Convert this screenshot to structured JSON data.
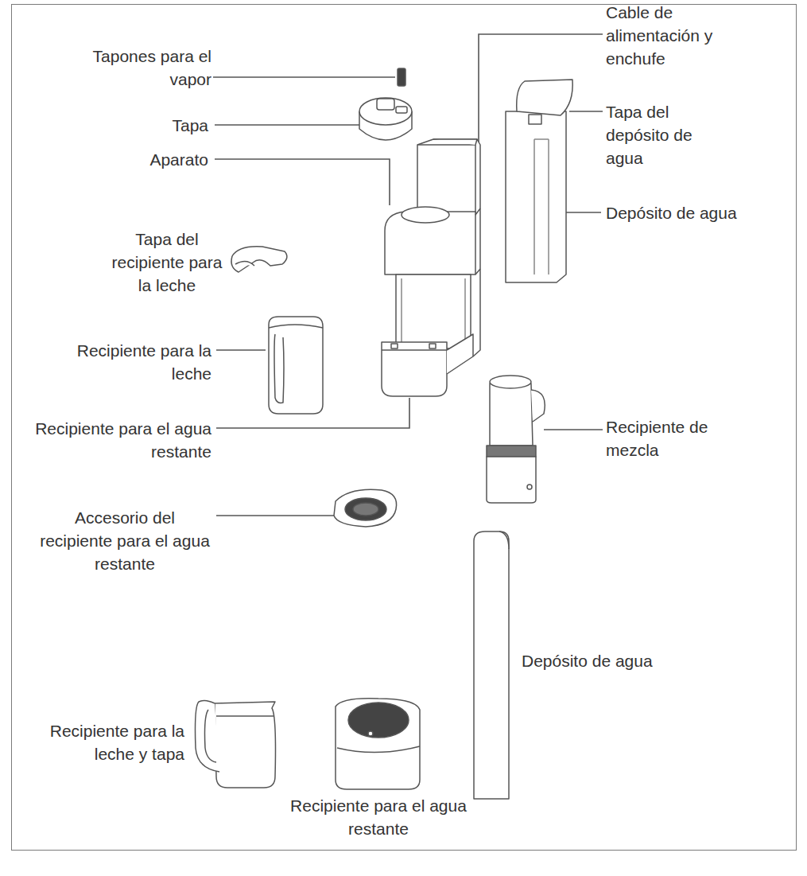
{
  "diagram": {
    "labels": [
      "Tapones para el vapor",
      "Tapa",
      "Aparato",
      "Tapa del recipiente para la leche",
      "Recipiente para la leche",
      "Recipiente para el agua restante",
      "Accesorio del recipiente para el agua restante",
      "Cable de alimentación y enchufe",
      "Tapa del depósito de agua",
      "Depósito de agua",
      "Recipiente de mezcla",
      "Depósito de agua",
      "Recipiente para la leche y tapa",
      "Recipiente para el agua restante"
    ]
  }
}
